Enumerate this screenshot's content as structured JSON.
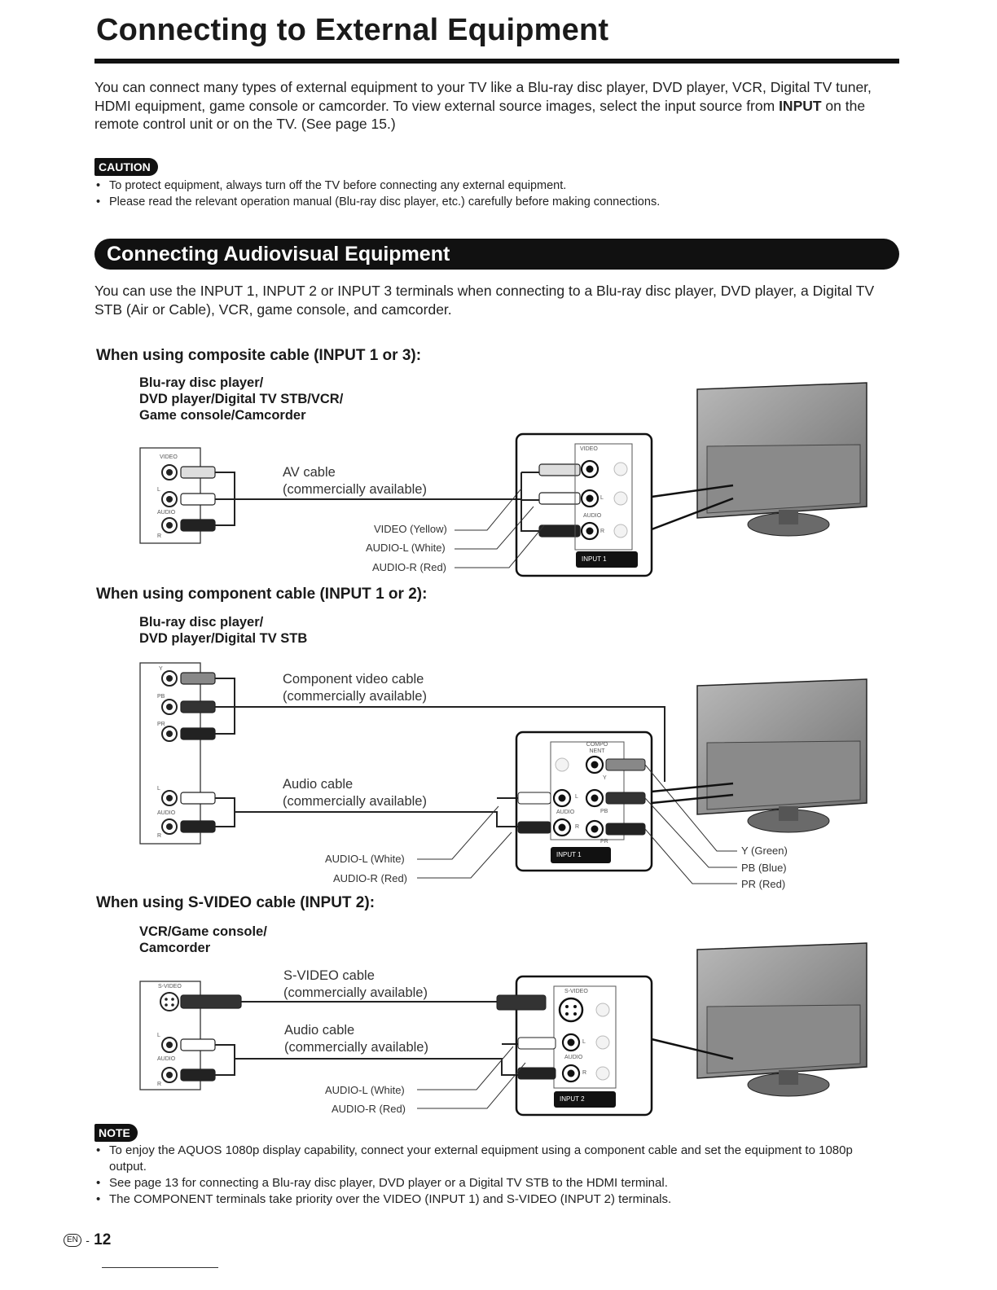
{
  "page_title": "Connecting to External Equipment",
  "intro": {
    "text": "You can connect many types of external equipment to your TV like a Blu-ray disc player, DVD player, VCR, Digital TV tuner, HDMI equipment, game console or camcorder. To view external source images, select the input source from ",
    "bold": "INPUT",
    "text_end": " on the remote control unit or on the TV. (See page 15.)"
  },
  "caution": {
    "label": "CAUTION",
    "items": [
      "To protect equipment, always turn off the TV before connecting any external equipment.",
      "Please read the relevant operation manual (Blu-ray disc player, etc.) carefully before making connections."
    ]
  },
  "section": {
    "title": "Connecting Audiovisual Equipment",
    "intro": "You can use the INPUT 1, INPUT 2 or INPUT 3 terminals when connecting to a Blu-ray disc player, DVD player, a Digital TV STB (Air or Cable), VCR, game console, and camcorder."
  },
  "composite": {
    "heading": "When using composite cable (INPUT 1 or 3):",
    "devices": [
      "Blu-ray disc player/",
      "DVD player/Digital TV STB/VCR/",
      "Game console/Camcorder"
    ],
    "cable_name": "AV cable",
    "cable_note": "(commercially available)",
    "wires": [
      "VIDEO (Yellow)",
      "AUDIO-L (White)",
      "AUDIO-R (Red)"
    ],
    "dev_labels": [
      "VIDEO",
      "L",
      "AUDIO",
      "R"
    ],
    "tv_labels": [
      "VIDEO",
      "L",
      "AUDIO",
      "R"
    ],
    "input_tag": "INPUT 1"
  },
  "component": {
    "heading": "When using component cable (INPUT 1 or 2):",
    "devices": [
      "Blu-ray disc player/",
      "DVD player/Digital TV STB"
    ],
    "video_cable": "Component video cable",
    "video_note": "(commercially available)",
    "audio_cable": "Audio cable",
    "audio_note": "(commercially available)",
    "audio_wires": [
      "AUDIO-L (White)",
      "AUDIO-R (Red)"
    ],
    "video_wires": [
      "Y (Green)",
      "PB (Blue)",
      "PR (Red)"
    ],
    "dev_labels": [
      "Y",
      "PB",
      "PR",
      "L",
      "AUDIO",
      "R"
    ],
    "tv_labels": [
      "COMPO NENT",
      "Y",
      "PB",
      "PR",
      "L",
      "AUDIO",
      "R"
    ],
    "input_tag": "INPUT 1"
  },
  "svideo": {
    "heading": "When using S-VIDEO cable (INPUT 2):",
    "devices": [
      "VCR/Game console/",
      "Camcorder"
    ],
    "svideo_cable": "S-VIDEO cable",
    "svideo_note": "(commercially available)",
    "audio_cable": "Audio cable",
    "audio_note": "(commercially available)",
    "audio_wires": [
      "AUDIO-L (White)",
      "AUDIO-R (Red)"
    ],
    "dev_labels": [
      "S-VIDEO",
      "L",
      "AUDIO",
      "R"
    ],
    "tv_labels": [
      "S-VIDEO",
      "L",
      "AUDIO",
      "R"
    ],
    "input_tag": "INPUT 2"
  },
  "note": {
    "label": "NOTE",
    "items": [
      "To enjoy the AQUOS 1080p display capability, connect your external equipment using a component cable and set the equipment to 1080p output.",
      "See page 13 for connecting a Blu-ray disc player, DVD player or a Digital TV STB to the HDMI terminal.",
      "The COMPONENT terminals take priority over the VIDEO (INPUT 1) and S-VIDEO (INPUT 2) terminals."
    ]
  },
  "footer": {
    "lang": "EN",
    "page": "12"
  }
}
